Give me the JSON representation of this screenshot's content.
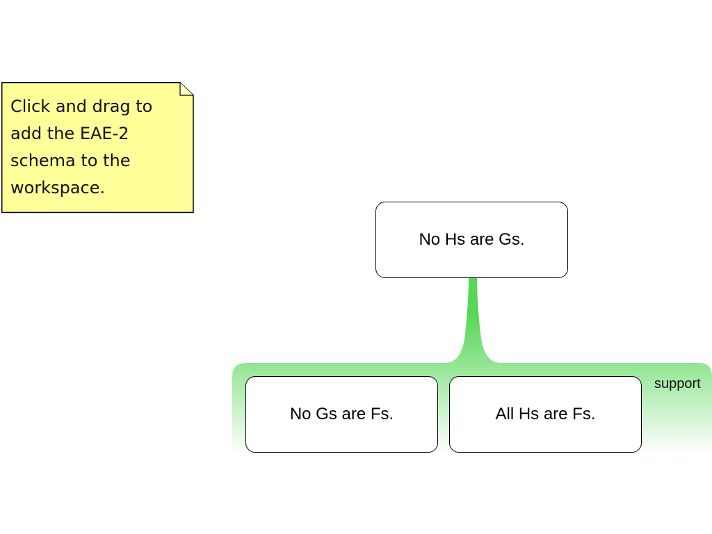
{
  "note": {
    "text": "Click and drag to add the EAE-2 schema to the workspace.",
    "color": "#ffff99"
  },
  "diagram": {
    "claim": "No Hs are Gs.",
    "premises": [
      "No Gs are Fs.",
      "All Hs are Fs."
    ],
    "relation_label": "support",
    "relation_color": "#55d655"
  }
}
